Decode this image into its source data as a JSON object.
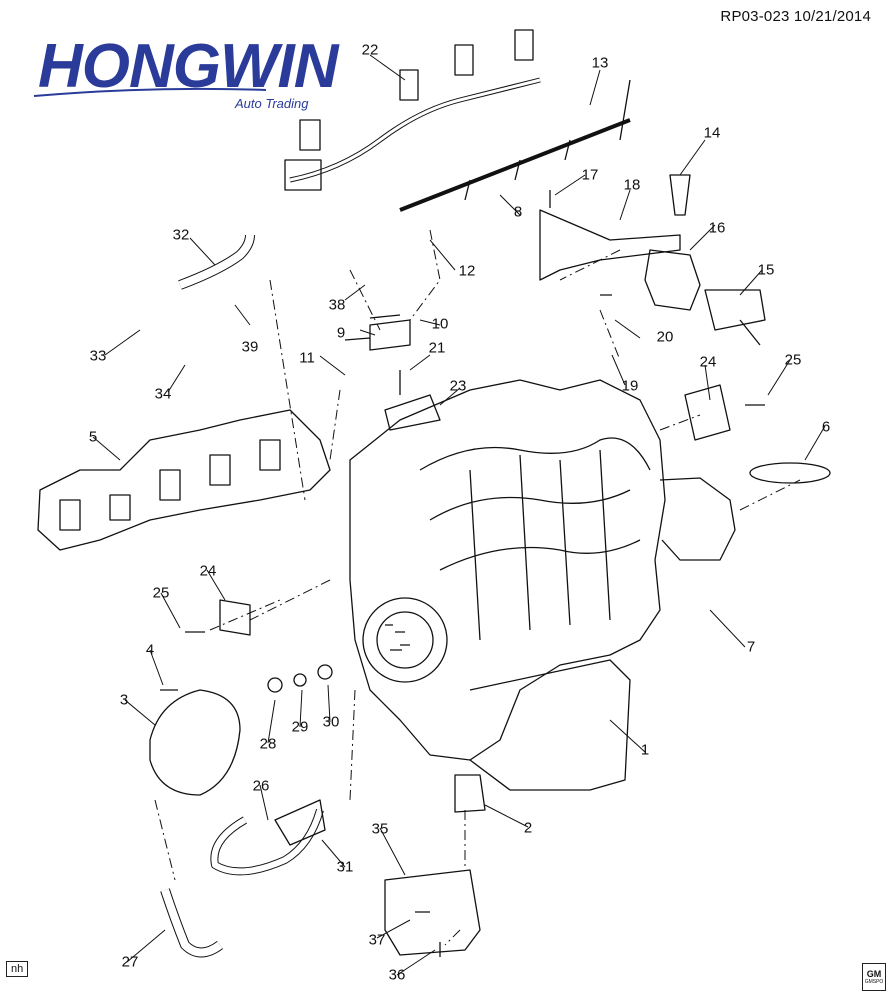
{
  "document": {
    "reference": "RP03-023 10/21/2014"
  },
  "brand": {
    "name": "HONGWIN",
    "tagline": "Auto Trading",
    "color": "#2a3b9a"
  },
  "badges": {
    "nh": "nh",
    "gm": "GM",
    "gm_sub": "GMSPO"
  },
  "callouts": [
    {
      "label": "22"
    },
    {
      "label": "13"
    },
    {
      "label": "14"
    },
    {
      "label": "17"
    },
    {
      "label": "18"
    },
    {
      "label": "16"
    },
    {
      "label": "15"
    },
    {
      "label": "8"
    },
    {
      "label": "32"
    },
    {
      "label": "12"
    },
    {
      "label": "38"
    },
    {
      "label": "10"
    },
    {
      "label": "9"
    },
    {
      "label": "20"
    },
    {
      "label": "39"
    },
    {
      "label": "33"
    },
    {
      "label": "21"
    },
    {
      "label": "19"
    },
    {
      "label": "11"
    },
    {
      "label": "34"
    },
    {
      "label": "23"
    },
    {
      "label": "24"
    },
    {
      "label": "25"
    },
    {
      "label": "6"
    },
    {
      "label": "5"
    },
    {
      "label": "24"
    },
    {
      "label": "25"
    },
    {
      "label": "7"
    },
    {
      "label": "4"
    },
    {
      "label": "3"
    },
    {
      "label": "28"
    },
    {
      "label": "29"
    },
    {
      "label": "30"
    },
    {
      "label": "1"
    },
    {
      "label": "26"
    },
    {
      "label": "2"
    },
    {
      "label": "31"
    },
    {
      "label": "35"
    },
    {
      "label": "37"
    },
    {
      "label": "27"
    },
    {
      "label": "36"
    }
  ]
}
